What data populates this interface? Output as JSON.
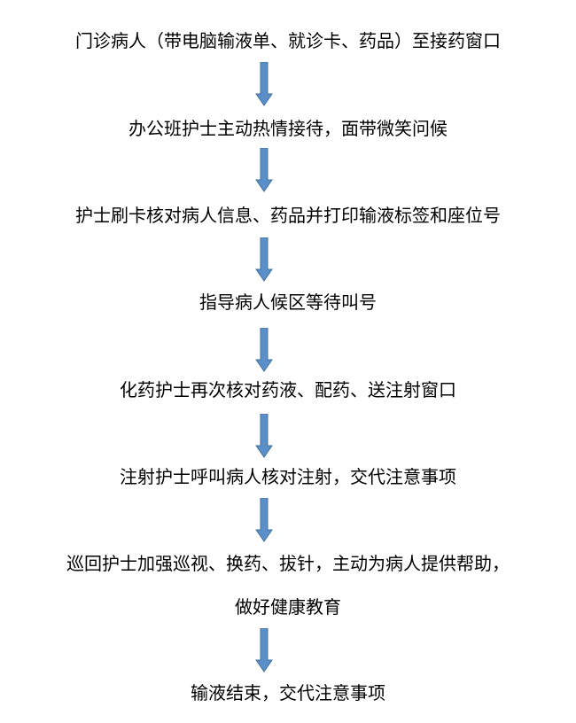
{
  "flowchart": {
    "steps": [
      "门诊病人（带电脑输液单、就诊卡、药品）至接药窗口",
      "办公班护士主动热情接待，面带微笑问候",
      "护士刷卡核对病人信息、药品并打印输液标签和座位号",
      "指导病人候区等待叫号",
      "化药护士再次核对药液、配药、送注射窗口",
      "注射护士呼叫病人核对注射，交代注意事项",
      "巡回护士加强巡视、换药、拔针，主动为病人提供帮助，",
      "做好健康教育",
      "输液结束，交代注意事项"
    ],
    "arrow_color": "#5b8fc9",
    "arrow_stroke": "#41719c"
  }
}
